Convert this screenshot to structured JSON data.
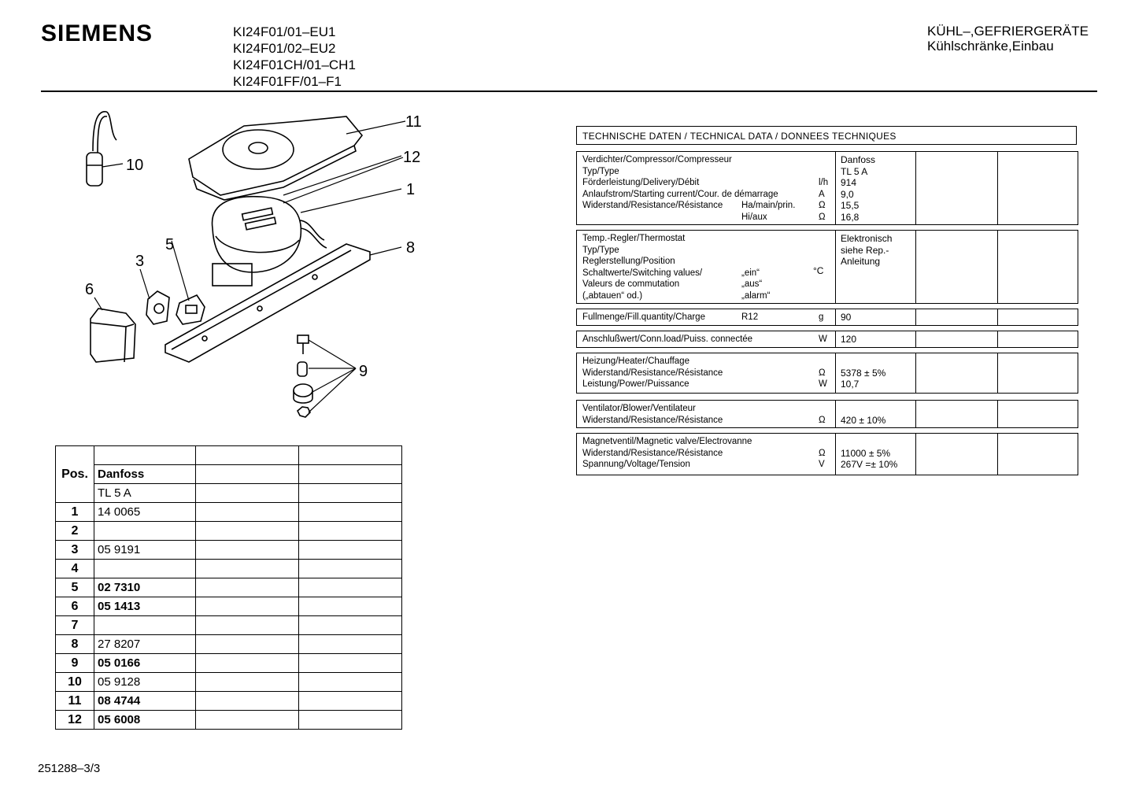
{
  "header": {
    "brand": "SIEMENS",
    "models": [
      "KI24F01/01–EU1",
      "KI24F01/02–EU2",
      "KI24F01CH/01–CH1",
      "KI24F01FF/01–F1"
    ],
    "category_line1": "KÜHL–,GEFRIERGERÄTE",
    "category_line2": "Kühlschränke,Einbau"
  },
  "diagram": {
    "callouts": [
      "11",
      "12",
      "1",
      "10",
      "5",
      "3",
      "6",
      "8",
      "9"
    ]
  },
  "parts_table": {
    "pos_header": "Pos.",
    "manufacturer": "Danfoss",
    "type": "TL 5 A",
    "rows": [
      {
        "pos": "1",
        "part": "14 0065",
        "bold": false
      },
      {
        "pos": "2",
        "part": "",
        "bold": false
      },
      {
        "pos": "3",
        "part": "05 9191",
        "bold": false
      },
      {
        "pos": "4",
        "part": "",
        "bold": false
      },
      {
        "pos": "5",
        "part": "02 7310",
        "bold": true
      },
      {
        "pos": "6",
        "part": "05 1413",
        "bold": true
      },
      {
        "pos": "7",
        "part": "",
        "bold": false
      },
      {
        "pos": "8",
        "part": "27 8207",
        "bold": false
      },
      {
        "pos": "9",
        "part": "05 0166",
        "bold": true
      },
      {
        "pos": "10",
        "part": "05 9128",
        "bold": false
      },
      {
        "pos": "11",
        "part": "08 4744",
        "bold": true
      },
      {
        "pos": "12",
        "part": "05 6008",
        "bold": true
      }
    ]
  },
  "technical_data": {
    "title": "TECHNISCHE DATEN / TECHNICAL DATA / DONNEES TECHNIQUES",
    "compressor": {
      "labels": [
        "Verdichter/Compressor/Compresseur",
        "Typ/Type",
        "Förderleistung/Delivery/Débit",
        "Anlaufstrom/Starting current/Cour. de démarrage",
        "Widerstand/Resistance/Résistance",
        ""
      ],
      "mid": [
        "",
        "",
        "",
        "",
        "Ha/main/prin.",
        "Hi/aux"
      ],
      "units": [
        "",
        "",
        "l/h",
        "A",
        "Ω",
        "Ω"
      ],
      "values": [
        "Danfoss",
        "TL 5 A",
        "914",
        "  9,0",
        "  15,5",
        "  16,8"
      ]
    },
    "thermostat": {
      "labels": [
        "Temp.-Regler/Thermostat",
        "Typ/Type",
        "Reglerstellung/Position",
        "Schaltwerte/Switching values/",
        "Valeurs de commutation",
        "         („abtauen“ od.)"
      ],
      "mid": [
        "",
        "",
        "",
        "„ein“",
        "„aus“",
        "„alarm“"
      ],
      "unit": "°C",
      "values": [
        "Elektronisch",
        "siehe Rep.-",
        "Anleitung"
      ]
    },
    "charge": {
      "label": "Fullmenge/Fill.quantity/Charge",
      "refrigerant": "R12",
      "unit": "g",
      "value": "90"
    },
    "connected_load": {
      "label": "Anschlußwert/Conn.load/Puiss. connectée",
      "unit": "W",
      "value": "120"
    },
    "heater": {
      "labels": [
        "Heizung/Heater/Chauffage",
        "Widerstand/Resistance/Résistance",
        "Leistung/Power/Puissance"
      ],
      "units": [
        "",
        "Ω",
        "W"
      ],
      "values": [
        "",
        "5378 ± 5%",
        "10,7"
      ]
    },
    "blower": {
      "labels": [
        "Ventilator/Blower/Ventilateur",
        "Widerstand/Resistance/Résistance"
      ],
      "units": [
        "",
        "Ω"
      ],
      "values": [
        "",
        "420 ± 10%"
      ]
    },
    "valve": {
      "labels": [
        "Magnetventil/Magnetic valve/Electrovanne",
        "Widerstand/Resistance/Résistance",
        "Spannung/Voltage/Tension"
      ],
      "units": [
        "",
        "Ω",
        "V"
      ],
      "values": [
        "",
        "11000 ± 5%",
        "267V =± 10%"
      ]
    }
  },
  "footer": {
    "doc_number": "251288–3/3"
  }
}
